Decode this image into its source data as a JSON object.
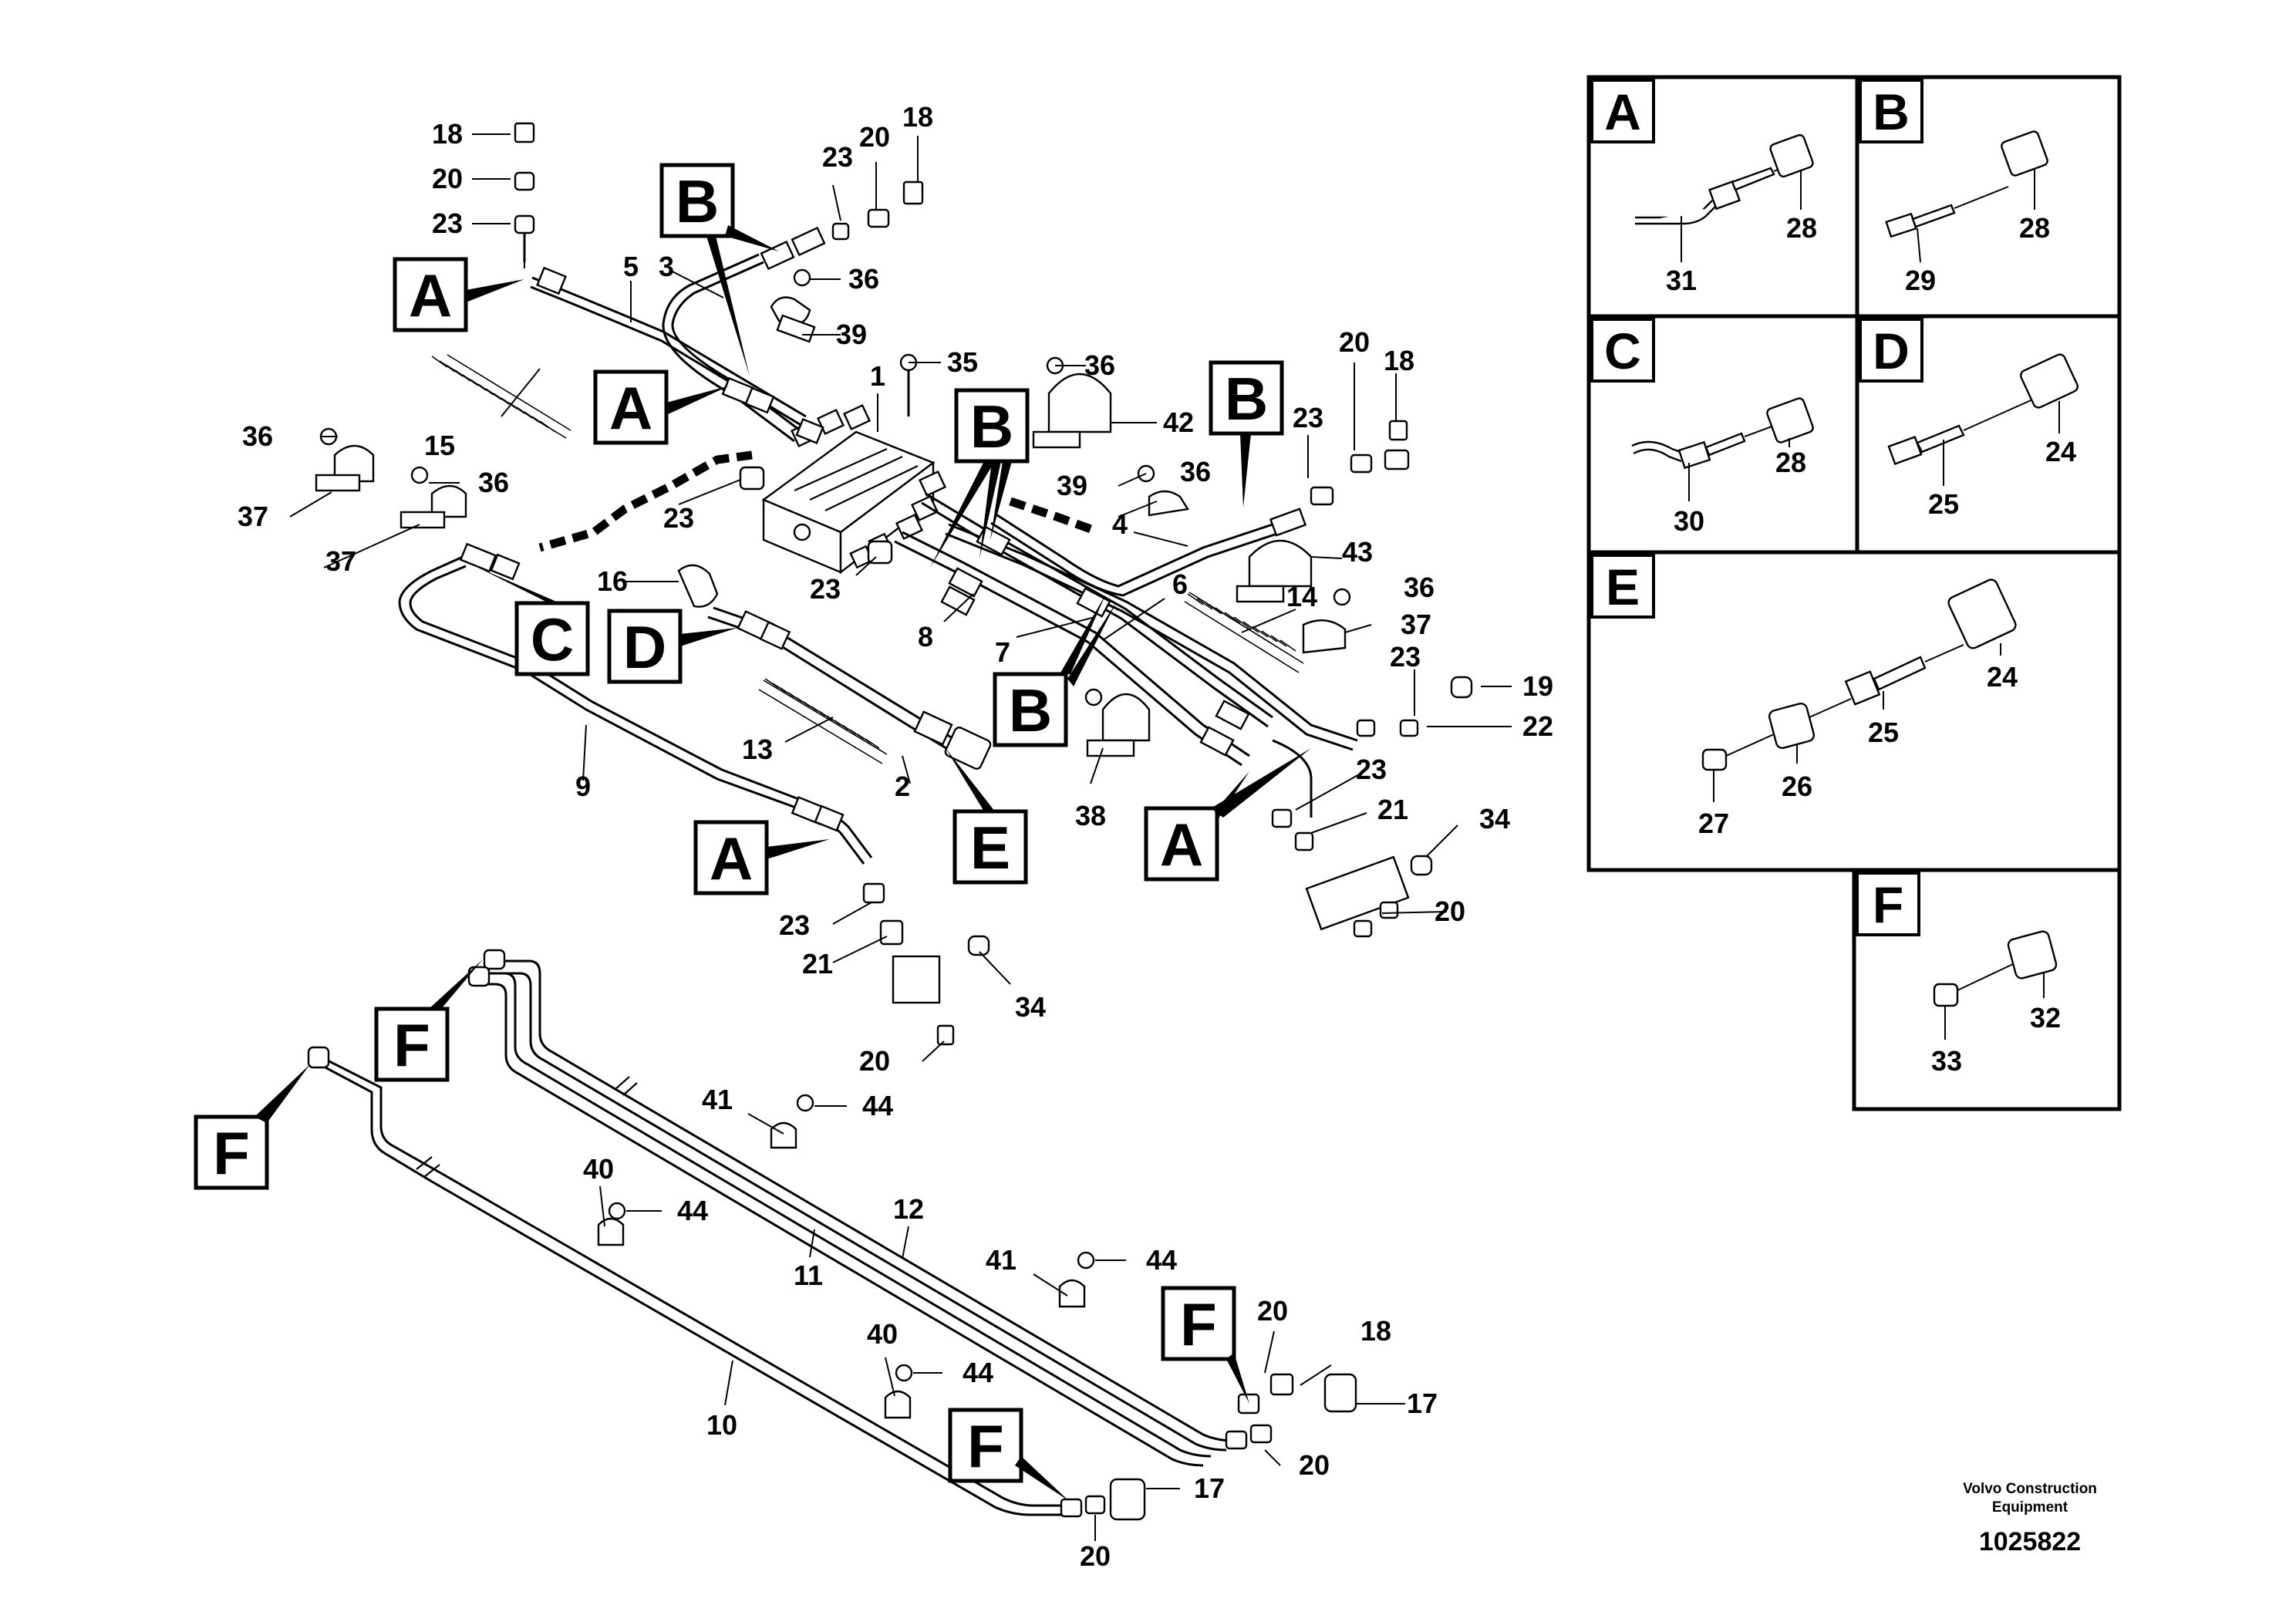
{
  "diagram": {
    "manufacturer": "Volvo Construction",
    "manufacturer_line2": "Equipment",
    "drawing_number": "1025822",
    "view_letters": [
      "A",
      "B",
      "C",
      "D",
      "E",
      "F"
    ]
  },
  "panels": {
    "A": {
      "letter": "A",
      "parts": [
        "31",
        "28"
      ]
    },
    "B": {
      "letter": "B",
      "parts": [
        "29",
        "28"
      ]
    },
    "C": {
      "letter": "C",
      "parts": [
        "30",
        "28"
      ]
    },
    "D": {
      "letter": "D",
      "parts": [
        "25",
        "24"
      ]
    },
    "E": {
      "letter": "E",
      "parts": [
        "27",
        "26",
        "25",
        "24"
      ]
    },
    "F": {
      "letter": "F",
      "parts": [
        "33",
        "32"
      ]
    }
  },
  "callouts": [
    "18",
    "20",
    "23",
    "5",
    "3",
    "23",
    "20",
    "18",
    "36",
    "39",
    "35",
    "1",
    "36",
    "42",
    "23",
    "20",
    "18",
    "36",
    "15",
    "37",
    "36",
    "37",
    "23",
    "39",
    "36",
    "4",
    "43",
    "36",
    "37",
    "6",
    "14",
    "23",
    "19",
    "22",
    "16",
    "23",
    "8",
    "7",
    "13",
    "2",
    "9",
    "38",
    "23",
    "21",
    "34",
    "20",
    "23",
    "21",
    "34",
    "20",
    "41",
    "44",
    "40",
    "44",
    "12",
    "11",
    "41",
    "44",
    "20",
    "18",
    "17",
    "40",
    "44",
    "10",
    "20",
    "17",
    "20"
  ]
}
